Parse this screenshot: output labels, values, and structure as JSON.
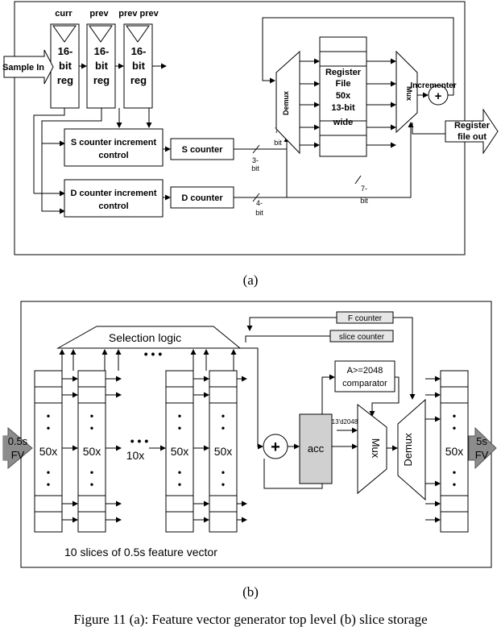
{
  "fig_a": {
    "reg_headers": [
      "curr",
      "prev",
      "prev prev"
    ],
    "reg_line1": "16-",
    "reg_line2": "bit",
    "reg_line3": "reg",
    "sample_in": "Sample In",
    "s_ctrl_1": "S counter increment",
    "s_ctrl_2": "control",
    "d_ctrl_1": "D counter increment",
    "d_ctrl_2": "control",
    "s_counter": "S counter",
    "d_counter": "D counter",
    "demux": "Demux",
    "mux": "Mux",
    "regfile": [
      "Register",
      "File",
      "50x",
      "13-bit",
      "wide"
    ],
    "incrementer": "Incrementer",
    "plus": "+",
    "out_1": "Register",
    "out_2": "file out",
    "bus_7_a1": "7-",
    "bus_7_a2": "bit",
    "bus_3_1": "3-",
    "bus_3_2": "bit",
    "bus_4_1": "4-",
    "bus_4_2": "bit",
    "bus_7_b1": "7-",
    "bus_7_b2": "bit",
    "caption": "(a)"
  },
  "fig_b": {
    "f_counter": "F counter",
    "slice_counter": "slice counter",
    "selection_logic": "Selection logic",
    "comparator_1": "A>=2048",
    "comparator_2": "comparator",
    "const": "13'd2048",
    "acc": "acc",
    "mux": "Mux",
    "demux": "Demux",
    "plus": "+",
    "in_1": "0.5s",
    "in_2": "FV",
    "out_1": "5s",
    "out_2": "FV",
    "col_label": "50x",
    "ten_label": "10x",
    "footer": "10 slices of 0.5s feature vector",
    "caption": "(b)"
  },
  "figure_caption": "Figure 11 (a): Feature vector generator top level (b) slice storage"
}
